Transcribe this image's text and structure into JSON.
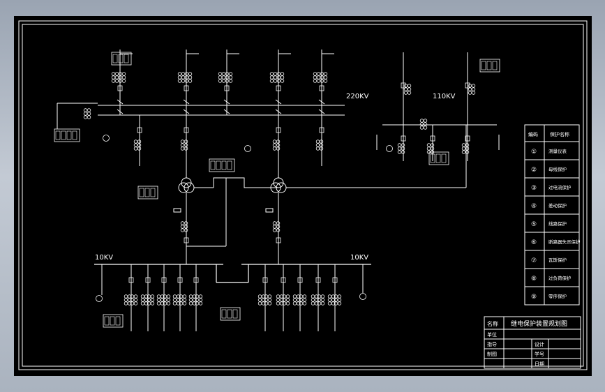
{
  "diagram": {
    "bus_labels": {
      "bus_220": "220KV",
      "bus_110": "110KV",
      "bus_10_left": "10KV",
      "bus_10_right": "10KV"
    },
    "legend": {
      "header_code": "编码",
      "header_name": "保护名称",
      "items": [
        {
          "symbol": "①",
          "name": "测量仪表"
        },
        {
          "symbol": "②",
          "name": "母线保护"
        },
        {
          "symbol": "③",
          "name": "过电流保护"
        },
        {
          "symbol": "④",
          "name": "差动保护"
        },
        {
          "symbol": "⑤",
          "name": "线路保护"
        },
        {
          "symbol": "⑥",
          "name": "断路器失灵保护"
        },
        {
          "symbol": "⑦",
          "name": "瓦斯保护"
        },
        {
          "symbol": "⑧",
          "name": "过负荷保护"
        },
        {
          "symbol": "⑨",
          "name": "零序保护"
        }
      ]
    },
    "title_block": {
      "name_label": "名称",
      "title": "继电保护装置规划图",
      "unit_label": "单位",
      "advisor_label": "指导",
      "design_label": "设计",
      "drawing_label": "制图",
      "student_id_label": "学号",
      "date_label": "日期"
    },
    "colors": {
      "background": "#000000",
      "line": "#ffffff",
      "frame_outer": "#9aa4b2"
    }
  }
}
